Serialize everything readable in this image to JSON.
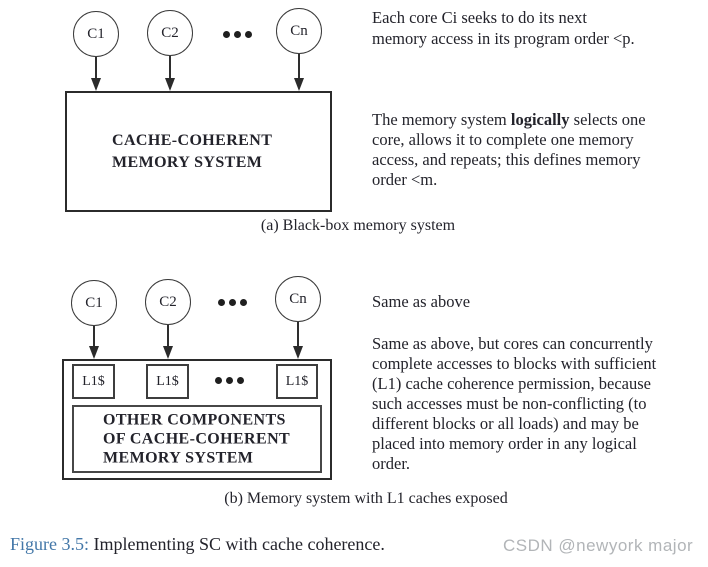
{
  "colors": {
    "ink": "#23232b",
    "figure_label_blue": "#4377a8",
    "watermark_gray": "#b2b5b8"
  },
  "panel_a": {
    "cores": [
      "C1",
      "C2",
      "Cn"
    ],
    "box_label_lines": [
      "CACHE-COHERENT",
      "MEMORY SYSTEM"
    ],
    "caption": "(a) Black-box memory system",
    "note1_lines": [
      "Each core Ci seeks to do its next",
      "memory access in its program order <p."
    ],
    "note2": {
      "line1_pre": "The memory system ",
      "line1_bold": "logically",
      "line1_post": " selects one",
      "rest_lines": [
        "core, allows it to complete one memory",
        "access, and repeats; this defines memory",
        "order <m."
      ]
    }
  },
  "panel_b": {
    "cores": [
      "C1",
      "C2",
      "Cn"
    ],
    "l1_labels": [
      "L1$",
      "L1$",
      "L1$"
    ],
    "box_label_lines": [
      "OTHER COMPONENTS",
      "OF CACHE-COHERENT",
      "MEMORY SYSTEM"
    ],
    "caption": "(b) Memory system with L1 caches exposed",
    "note1": "Same as above",
    "note2_lines": [
      "Same as above, but cores can concurrently",
      "complete accesses to blocks with sufficient",
      "(L1) cache coherence permission, because",
      "such accesses must be non-conflicting (to",
      "different blocks or all loads) and may be",
      "placed into memory order in any logical",
      "order."
    ]
  },
  "figure_caption": {
    "label": "Figure 3.5:",
    "text": " Implementing SC with cache coherence."
  },
  "watermark": "CSDN @newyork major"
}
